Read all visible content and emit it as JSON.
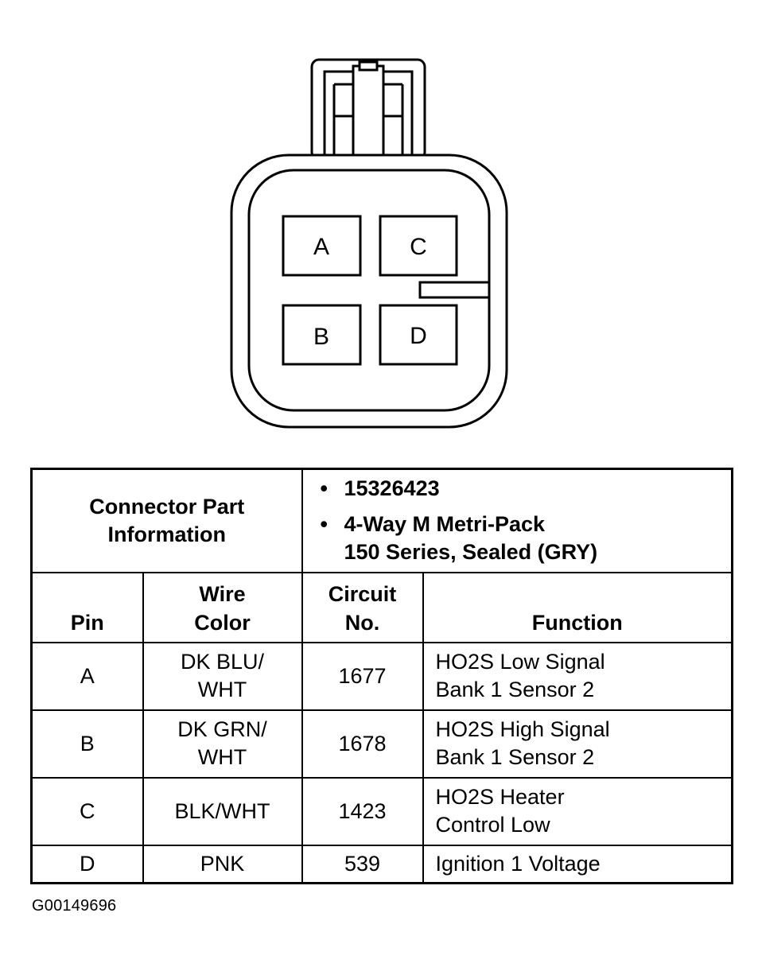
{
  "connector": {
    "cavities": [
      {
        "label": "A"
      },
      {
        "label": "C"
      },
      {
        "label": "B"
      },
      {
        "label": "D"
      }
    ]
  },
  "info": {
    "label_line1": "Connector Part",
    "label_line2": "Information",
    "part_number": "15326423",
    "description_line1": "4-Way M Metri-Pack",
    "description_line2": "150 Series, Sealed (GRY)",
    "bullet": "•"
  },
  "headers": {
    "pin": "Pin",
    "wire_color_line1": "Wire",
    "wire_color_line2": "Color",
    "circuit_line1": "Circuit",
    "circuit_line2": "No.",
    "function": "Function"
  },
  "rows": [
    {
      "pin": "A",
      "color_line1": "DK BLU/",
      "color_line2": "WHT",
      "circuit": "1677",
      "function_line1": "HO2S Low Signal",
      "function_line2": "Bank 1 Sensor 2"
    },
    {
      "pin": "B",
      "color_line1": "DK GRN/",
      "color_line2": "WHT",
      "circuit": "1678",
      "function_line1": "HO2S High Signal",
      "function_line2": "Bank 1 Sensor 2"
    },
    {
      "pin": "C",
      "color_line1": "BLK/WHT",
      "color_line2": "",
      "circuit": "1423",
      "function_line1": "HO2S Heater",
      "function_line2": "Control Low"
    },
    {
      "pin": "D",
      "color_line1": "PNK",
      "color_line2": "",
      "circuit": "539",
      "function_line1": "Ignition 1 Voltage",
      "function_line2": ""
    }
  ],
  "figure_id": "G00149696"
}
